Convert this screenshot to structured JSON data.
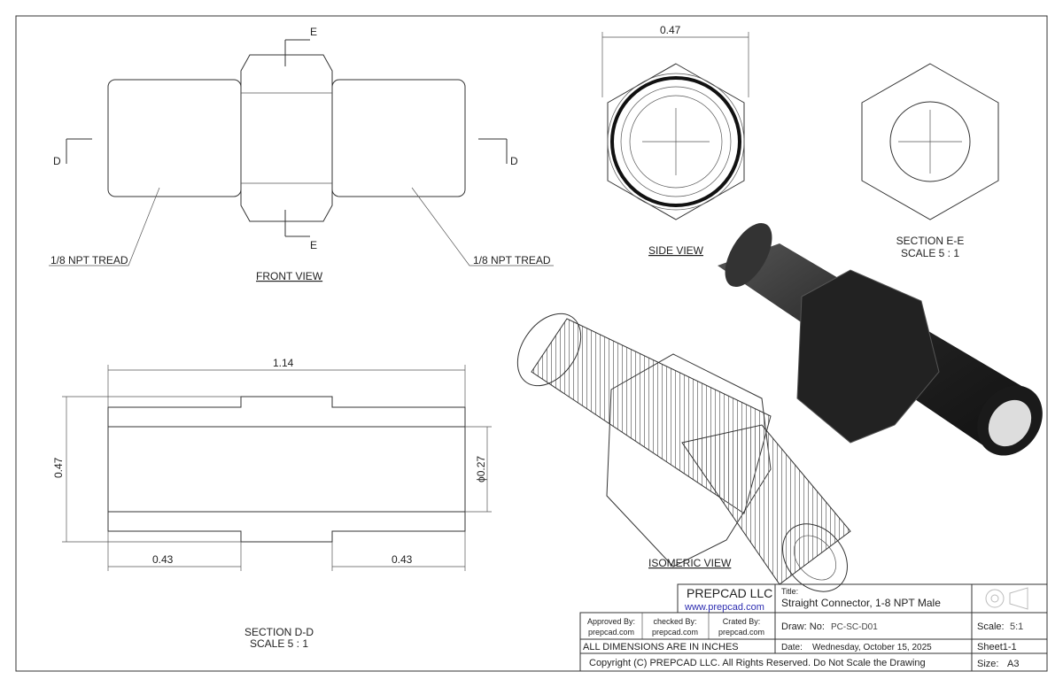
{
  "front_view": {
    "label": "FRONT VIEW",
    "section_mark": "E",
    "section_mark_d": "D",
    "thread_left": "1/8 NPT TREAD",
    "thread_right": "1/8 NPT TREAD"
  },
  "side_view": {
    "label": "SIDE VIEW",
    "dim_width": "0.47"
  },
  "section_ee": {
    "label": "SECTION E-E",
    "scale": "SCALE 5 : 1"
  },
  "section_dd": {
    "label": "SECTION D-D",
    "scale": "SCALE 5 : 1",
    "dim_length": "1.14",
    "dim_height": "0.47",
    "dim_bore": "ϕ0.27",
    "dim_left": "0.43",
    "dim_right": "0.43"
  },
  "isometric": {
    "label": "ISOMERIC VIEW"
  },
  "title_block": {
    "company": "PREPCAD LLC",
    "website": "www.prepcad.com",
    "title_label": "Title:",
    "title": "Straight Connector, 1-8 NPT Male",
    "approved_label": "Approved By:",
    "approved": "prepcad.com",
    "checked_label": "checked By:",
    "checked": "prepcad.com",
    "created_label": "Crated By:",
    "created": "prepcad.com",
    "drawno_label": "Draw: No:",
    "drawno": "PC-SC-D01",
    "scale_label": "Scale:",
    "scale": "5:1",
    "units": "ALL DIMENSIONS ARE IN INCHES",
    "date_label": "Date:",
    "date": "Wednesday, October 15, 2025",
    "sheet": "Sheet1-1",
    "copyright": "Copyright (C)  PREPCAD LLC. All Rights Reserved. Do Not Scale the Drawing",
    "size_label": "Size:",
    "size": "A3",
    "website_color": "#2b2bb0"
  }
}
